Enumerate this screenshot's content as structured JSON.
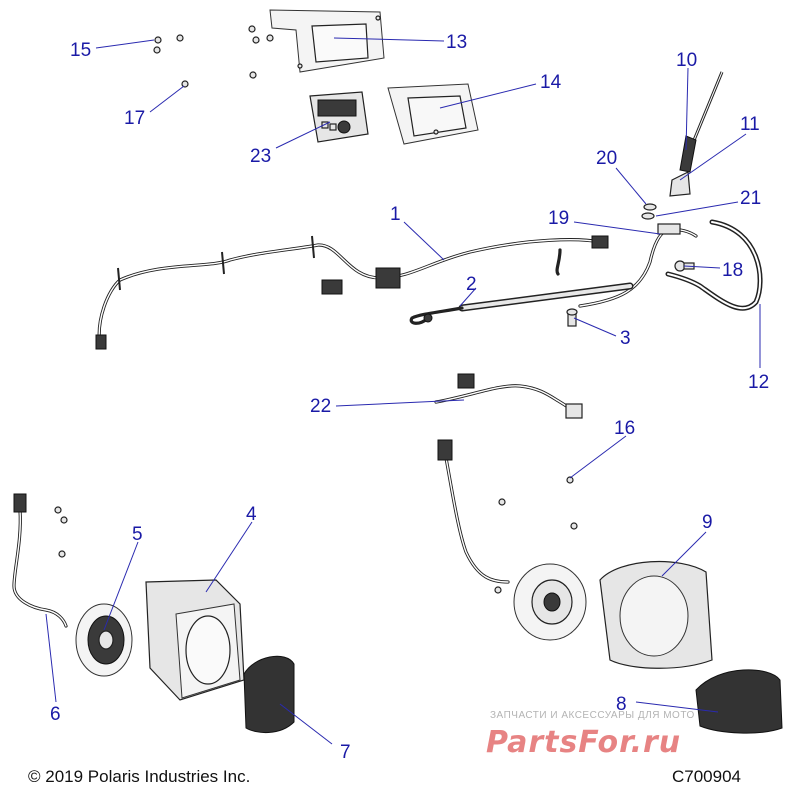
{
  "callouts": [
    {
      "id": "1",
      "label": "1"
    },
    {
      "id": "2",
      "label": "2"
    },
    {
      "id": "3",
      "label": "3"
    },
    {
      "id": "4",
      "label": "4"
    },
    {
      "id": "5",
      "label": "5"
    },
    {
      "id": "6",
      "label": "6"
    },
    {
      "id": "7",
      "label": "7"
    },
    {
      "id": "8",
      "label": "8"
    },
    {
      "id": "9",
      "label": "9"
    },
    {
      "id": "10",
      "label": "10"
    },
    {
      "id": "11",
      "label": "11"
    },
    {
      "id": "12",
      "label": "12"
    },
    {
      "id": "13",
      "label": "13"
    },
    {
      "id": "14",
      "label": "14"
    },
    {
      "id": "15",
      "label": "15"
    },
    {
      "id": "16",
      "label": "16"
    },
    {
      "id": "17",
      "label": "17"
    },
    {
      "id": "18",
      "label": "18"
    },
    {
      "id": "19",
      "label": "19"
    },
    {
      "id": "20",
      "label": "20"
    },
    {
      "id": "21",
      "label": "21"
    },
    {
      "id": "22",
      "label": "22"
    },
    {
      "id": "23",
      "label": "23"
    }
  ],
  "footer": {
    "copyright": "© 2019 Polaris Industries Inc.",
    "diagram_code": "C700904"
  },
  "watermark": {
    "caption": "ЗАПЧАСТИ И АКСЕССУАРЫ ДЛЯ МОТО",
    "brand": "PartsFor.ru"
  },
  "colors": {
    "callout_text": "#1a1aa6",
    "leader_line": "#2a2ab0",
    "watermark_red": "#e05a5a"
  }
}
